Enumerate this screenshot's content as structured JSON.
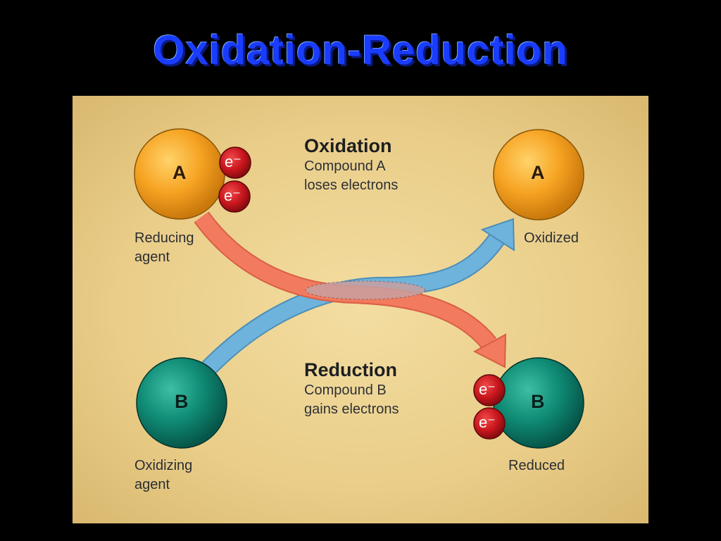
{
  "title": "Oxidation-Reduction",
  "oxidation": {
    "heading": "Oxidation",
    "line1": "Compound A",
    "line2": "loses electrons"
  },
  "reduction": {
    "heading": "Reduction",
    "line1": "Compound B",
    "line2": "gains electrons"
  },
  "molecules": {
    "a_left": {
      "letter": "A",
      "label1": "Reducing",
      "label2": "agent"
    },
    "a_right": {
      "letter": "A",
      "label1": "Oxidized"
    },
    "b_left": {
      "letter": "B",
      "label1": "Oxidizing",
      "label2": "agent"
    },
    "b_right": {
      "letter": "B",
      "label1": "Reduced"
    }
  },
  "electron_label": "e⁻",
  "colors": {
    "background": "#000000",
    "title": "#1a3cff",
    "panel": "#ecd18c",
    "compound_a": "#f6a322",
    "compound_b": "#0f8a74",
    "electron": "#c8161d",
    "oxidation_arrow": "#f27a5e",
    "reduction_arrow": "#6eb3dc"
  }
}
